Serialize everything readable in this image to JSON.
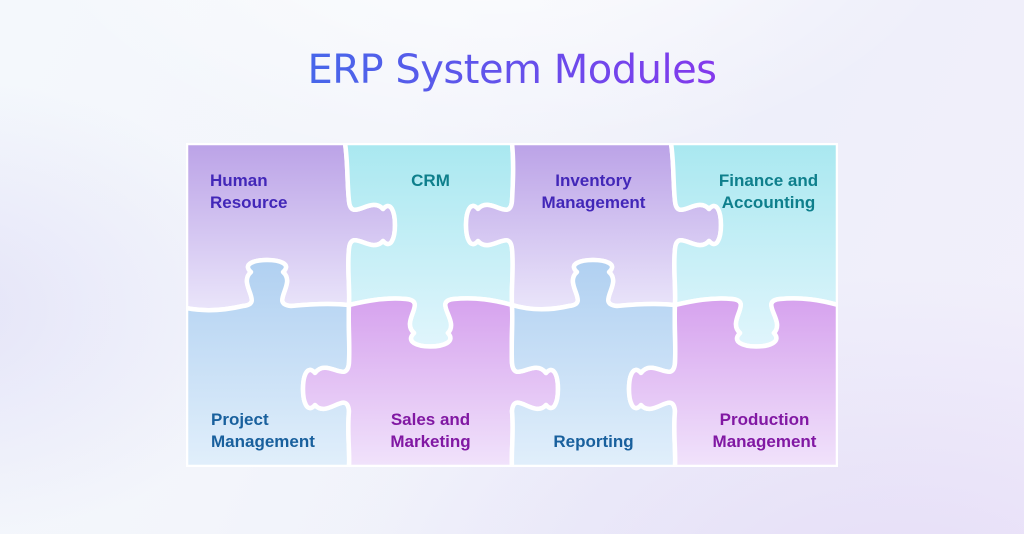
{
  "title": {
    "text": "ERP System Modules",
    "gradient_from": "#1e86e8",
    "gradient_to": "#bc12ea"
  },
  "diagram": {
    "type": "puzzle-grid",
    "rows": 2,
    "cols": 4,
    "pieces": [
      {
        "label": "Human\nResource",
        "row": 1,
        "col": 1,
        "fill_top": "#bba2e7",
        "fill_bottom": "#eae5fa",
        "text_color": "#4227b8"
      },
      {
        "label": "CRM",
        "row": 1,
        "col": 2,
        "fill_top": "#a9e8f0",
        "fill_bottom": "#e0f5fc",
        "text_color": "#0e7f8c"
      },
      {
        "label": "Inventory\nManagement",
        "row": 1,
        "col": 3,
        "fill_top": "#bba2e7",
        "fill_bottom": "#eae5fa",
        "text_color": "#4227b8"
      },
      {
        "label": "Finance and\nAccounting",
        "row": 1,
        "col": 4,
        "fill_top": "#a9e8f0",
        "fill_bottom": "#e0f5fc",
        "text_color": "#0e7f8c"
      },
      {
        "label": "Project\nManagement",
        "row": 2,
        "col": 1,
        "fill_top": "#b0d0f1",
        "fill_bottom": "#e1effb",
        "text_color": "#19609d"
      },
      {
        "label": "Sales and\nMarketing",
        "row": 2,
        "col": 2,
        "fill_top": "#d6a2ee",
        "fill_bottom": "#f1e3fb",
        "text_color": "#8118a3"
      },
      {
        "label": "Reporting",
        "row": 2,
        "col": 3,
        "fill_top": "#b0d0f1",
        "fill_bottom": "#e1effb",
        "text_color": "#19609d"
      },
      {
        "label": "Production\nManagement",
        "row": 2,
        "col": 4,
        "fill_top": "#d6a2ee",
        "fill_bottom": "#f1e3fb",
        "text_color": "#8118a3"
      }
    ]
  }
}
